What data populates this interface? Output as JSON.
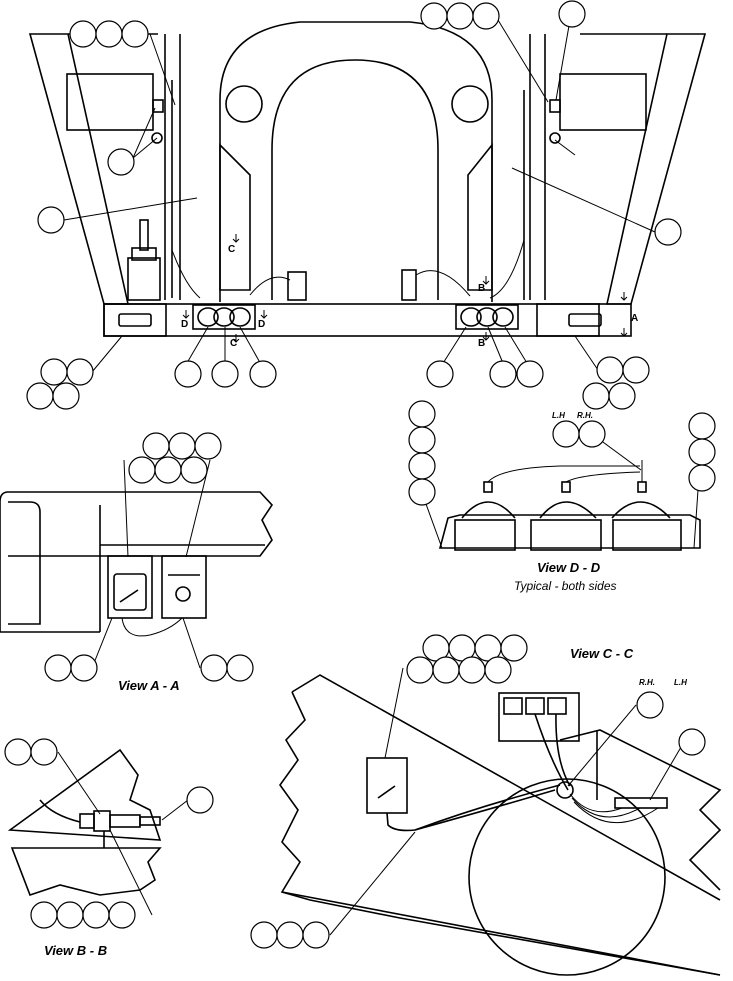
{
  "views": {
    "a_a": "View A - A",
    "b_b": "View B - B",
    "c_c": "View C - C",
    "d_d": "View D - D",
    "d_d_note": "Typical - both sides"
  },
  "side_labels": {
    "lh": "L.H",
    "rh": "R.H.",
    "rh2": "R.H.",
    "lh2": "L.H"
  },
  "section_markers": {
    "c": "C",
    "d": "D",
    "b": "B",
    "a": "A"
  }
}
